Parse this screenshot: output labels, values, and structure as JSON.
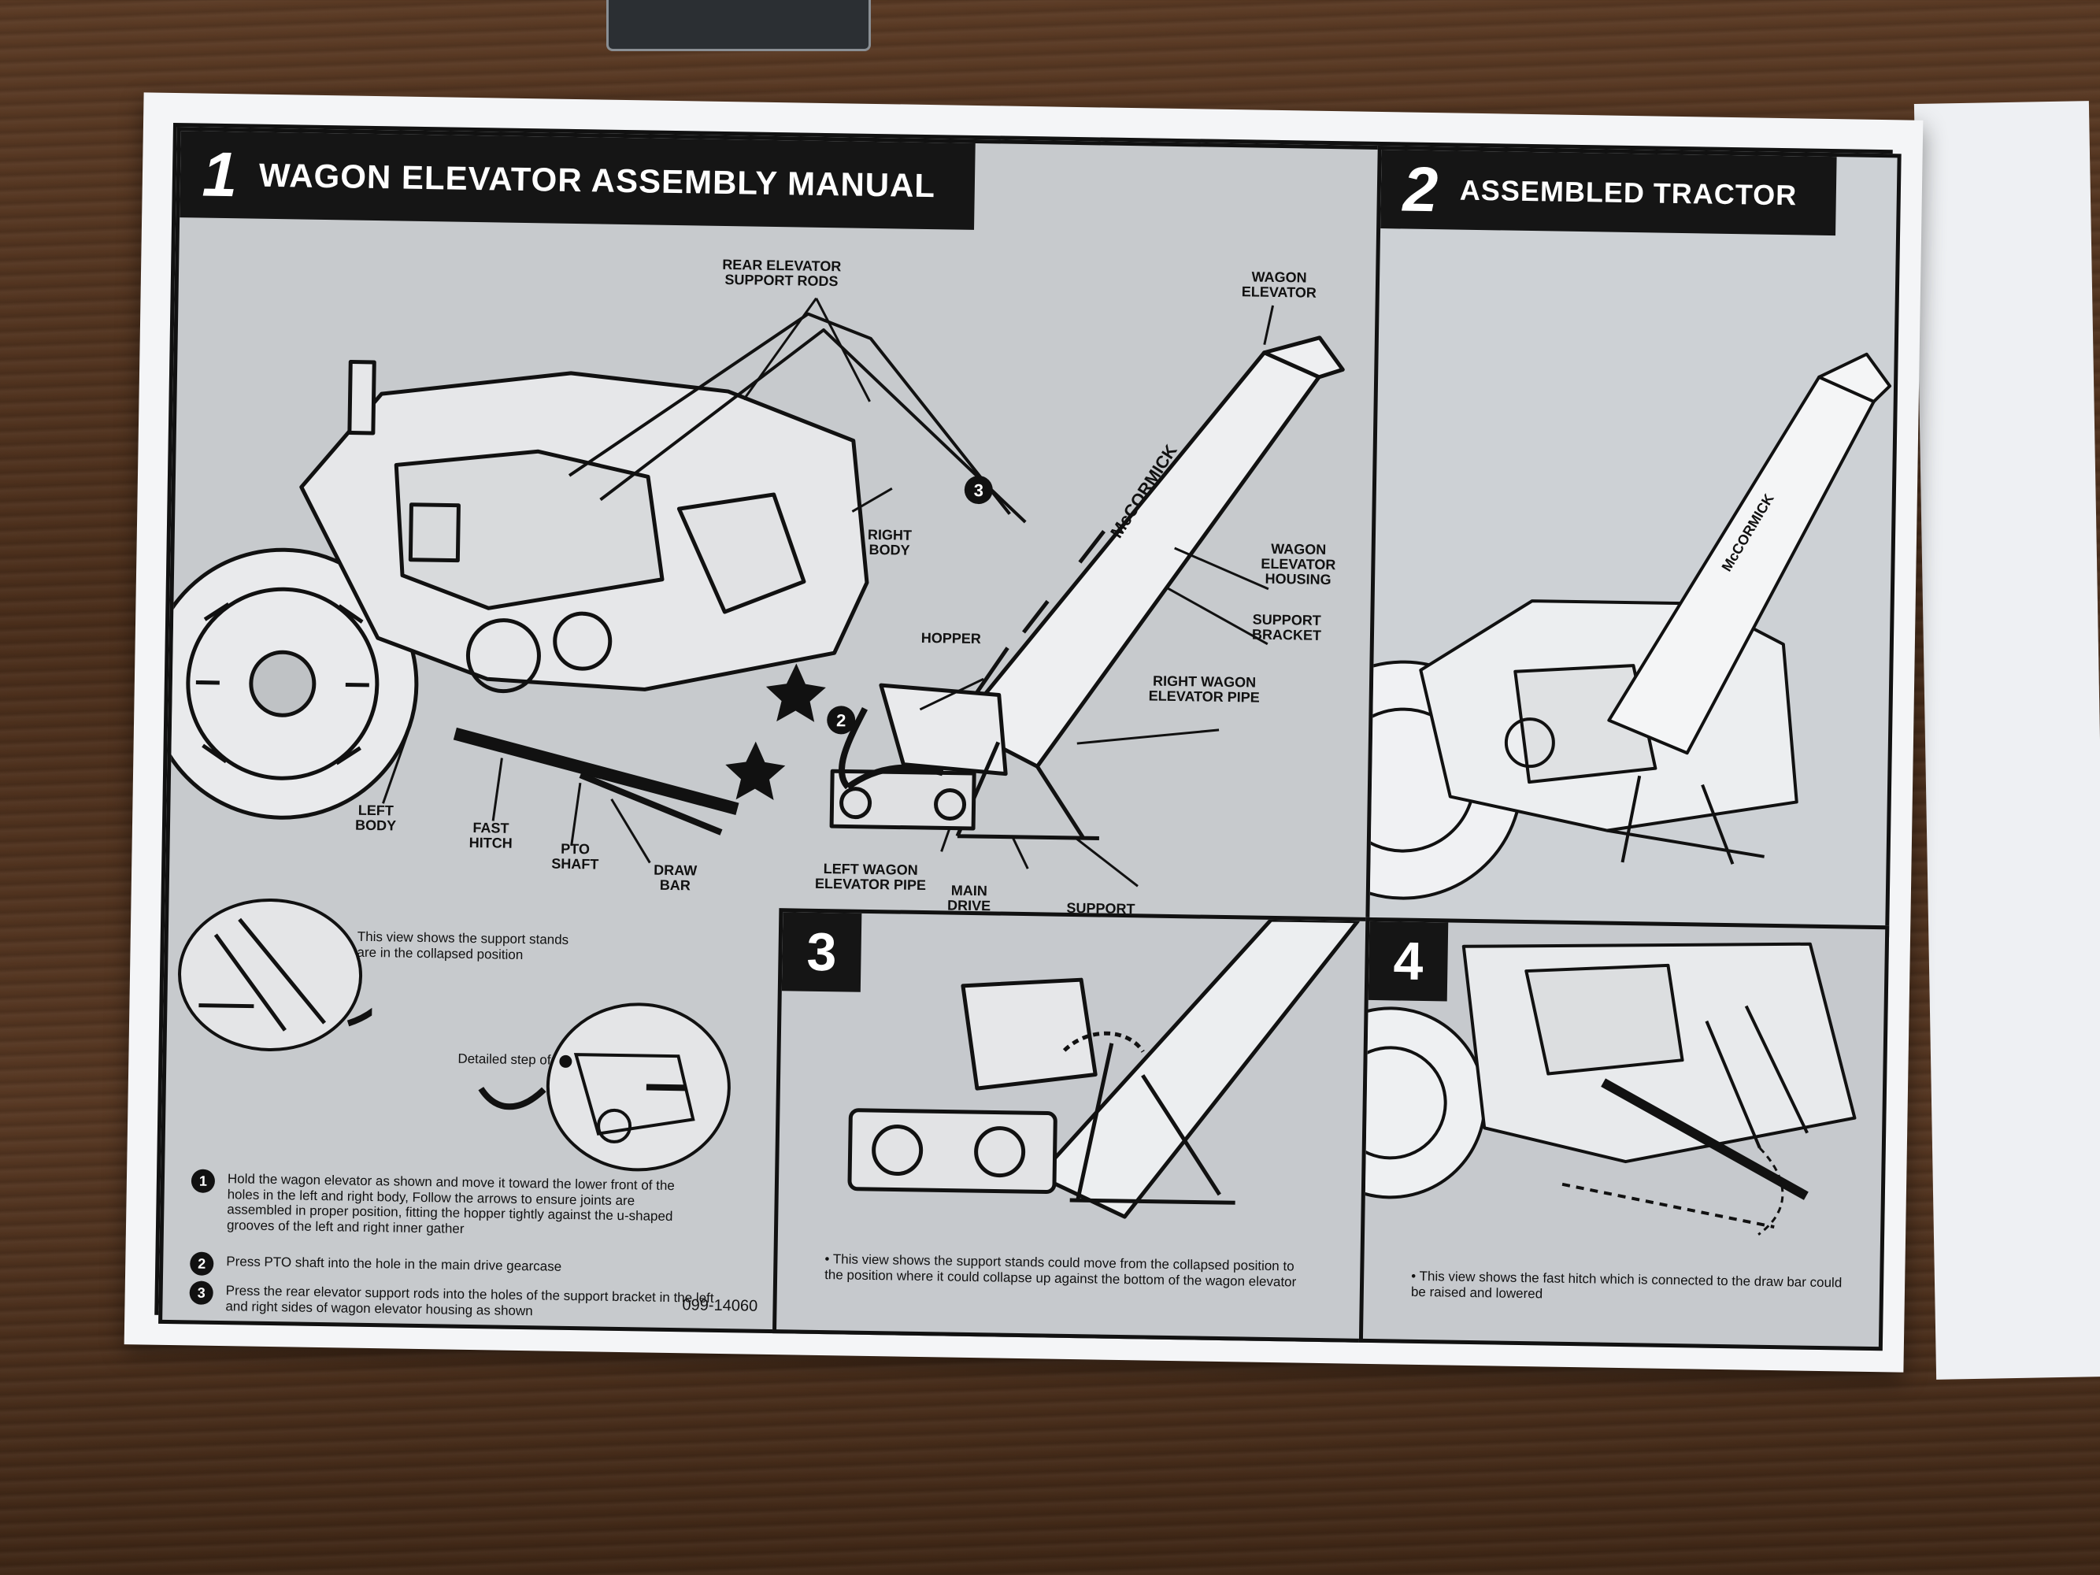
{
  "panel1": {
    "number": "1",
    "title": "WAGON ELEVATOR ASSEMBLY MANUAL",
    "labels": {
      "rear_rods": "REAR ELEVATOR\nSUPPORT RODS",
      "wagon_elevator": "WAGON\nELEVATOR",
      "right_body": "RIGHT\nBODY",
      "wagon_housing": "WAGON\nELEVATOR\nHOUSING",
      "support_bracket": "SUPPORT\nBRACKET",
      "hopper": "HOPPER",
      "right_pipe": "RIGHT WAGON\nELEVATOR PIPE",
      "left_body": "LEFT\nBODY",
      "fast_hitch": "FAST\nHITCH",
      "pto_shaft": "PTO\nSHAFT",
      "draw_bar": "DRAW\nBAR",
      "left_pipe": "LEFT WAGON\nELEVATOR PIPE",
      "main_drive": "MAIN\nDRIVE\nGEARCASE",
      "support_stands": "SUPPORT\nSTANDS"
    },
    "brand": "McCORMICK",
    "note_collapsed": "This view shows the support stands\nare in the collapsed position",
    "note_detail": "Detailed step of",
    "steps": [
      {
        "icon": "1",
        "text": "Hold  the wagon elevator as shown and move it toward the lower front of the holes in the left and right body, Follow the arrows to ensure joints are assembled in proper position, fitting the hopper tightly against the u-shaped grooves of the left and right inner gather"
      },
      {
        "icon": "2",
        "text": "Press PTO shaft  into the hole in the main drive gearcase"
      },
      {
        "icon": "3",
        "text": "Press the rear elevator support  rods into the holes of the support  bracket in the left  and right  sides of  wagon elevator  housing as shown"
      }
    ],
    "code": "099-14060"
  },
  "panel2": {
    "number": "2",
    "title": "ASSEMBLED  TRACTOR",
    "brand": "McCORMICK"
  },
  "panel3": {
    "number": "3",
    "note": "This view shows the support  stands could  move from the collapsed position to the position where it could  collapse up against the bottom of the wagon elevator"
  },
  "panel4": {
    "number": "4",
    "note": "This view shows the fast  hitch which is connected to the draw bar could be raised and lowered"
  }
}
